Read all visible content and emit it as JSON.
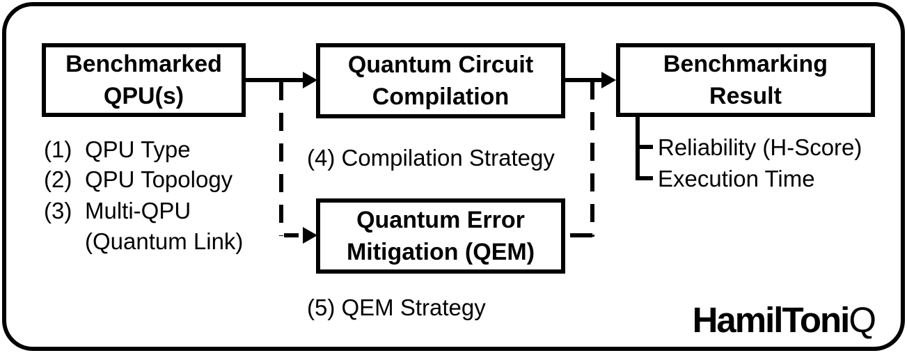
{
  "figure": {
    "background": "#ffffff",
    "line_color": "#000000"
  },
  "boxes": {
    "qpu": {
      "line1": "Benchmarked",
      "line2": "QPU(s)"
    },
    "compilation": {
      "line1": "Quantum Circuit",
      "line2": "Compilation"
    },
    "result": {
      "line1": "Benchmarking",
      "line2": "Result"
    },
    "qem": {
      "line1": "Quantum Error",
      "line2": "Mitigation (QEM)"
    }
  },
  "qpu_factors": [
    {
      "num": "(1)",
      "label": "QPU Type"
    },
    {
      "num": "(2)",
      "label": "QPU Topology"
    },
    {
      "num": "(3)",
      "label": "Multi-QPU"
    },
    {
      "num": "",
      "label": "(Quantum Link)"
    }
  ],
  "annotations": {
    "compilation_strategy": "(4) Compilation Strategy",
    "qem_strategy": "(5) QEM Strategy"
  },
  "result_outputs": [
    {
      "label": "Reliability (H-Score)"
    },
    {
      "label": "Execution Time"
    }
  ],
  "logo": {
    "main": "HamilToni",
    "accent": "Q"
  }
}
